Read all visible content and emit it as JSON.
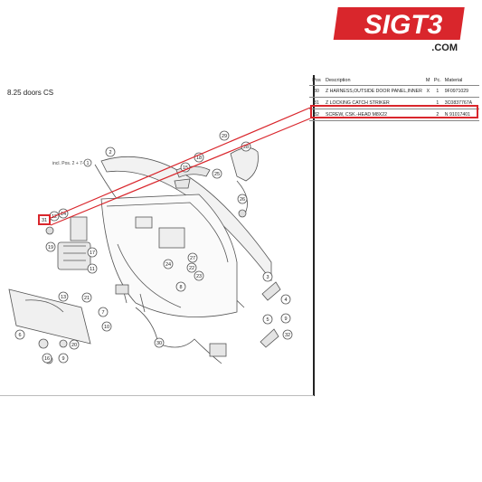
{
  "brand": {
    "logo_text": "SIGT3",
    "logo_suffix": ".COM",
    "accent_color": "#d9262c"
  },
  "section": {
    "title": "8.25  doors CS"
  },
  "diagram": {
    "note": "incl. Pos. 2 + 7-9",
    "note_circle": "1",
    "highlighted_callout": "31",
    "callouts": [
      "2",
      "29",
      "28",
      "18",
      "15",
      "25",
      "26",
      "12",
      "14",
      "31",
      "19",
      "17",
      "11",
      "24",
      "27",
      "22",
      "23",
      "8",
      "13",
      "10",
      "21",
      "7",
      "5",
      "6",
      "20",
      "9",
      "3",
      "4",
      "16",
      "30",
      "32",
      "9"
    ]
  },
  "parts_table": {
    "headers": {
      "pos": "Pos",
      "desc": "Description",
      "m": "M",
      "pc": "Pc.",
      "material": "Material"
    },
    "rows": [
      {
        "pos": "30",
        "desc": "Z HARNESS,OUTSIDE DOOR PANEL,INNER",
        "m": "X",
        "pc": "1",
        "material": "9F0971029"
      },
      {
        "pos": "31",
        "desc": "Z LOCKING CATCH STRIKER",
        "m": "",
        "pc": "1",
        "material": "3C0837767A"
      },
      {
        "pos": "32",
        "desc": "SCREW, CSK.-HEAD M8X22",
        "m": "",
        "pc": "2",
        "material": "N 91017401"
      }
    ]
  }
}
